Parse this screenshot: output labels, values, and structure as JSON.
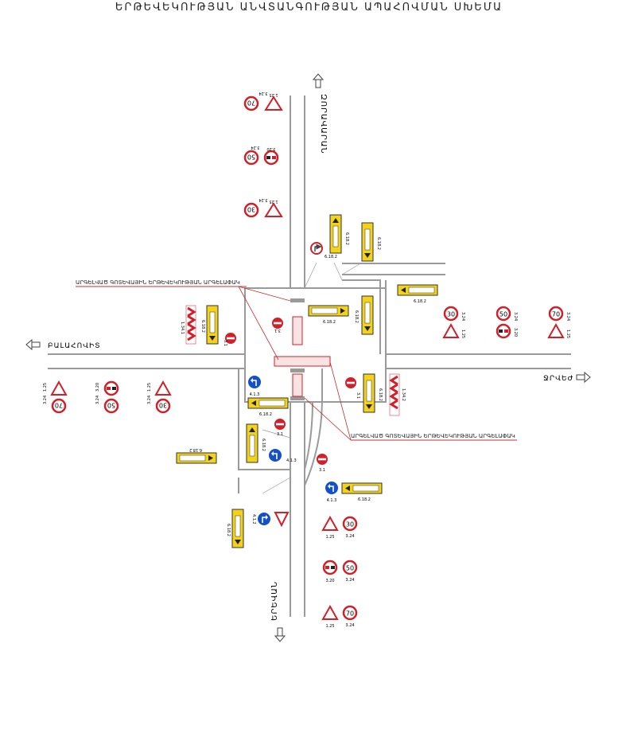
{
  "title": "ԵՐԹԵՎԵԿՈՒԹՅԱՆ ԱՆՎՏԱՆԳՈՒԹՅԱՆ ԱՊԱՀՈՎՄԱՆ ՍԽԵՄԱ",
  "directions": {
    "north": "ԶՈՐԱՎԱՐԱՆ",
    "south": "ԵՐԵՎԱՆ",
    "west": "ԲԱԼԱՀՈՎԻՏ",
    "east": "ՋՐՎԵԺ"
  },
  "callouts": {
    "upper": "ԱՐԳԵԼՎԱԾ ԳՈՏԵՎԱՅԻՆ ԵՐԹԵՎԵԿՈՒԹՅԱՆ ԱՐԳԵԼԱՓԱԿ",
    "lower": "ԱՐԳԵԼՎԱԾ ԳՈՏԵՎԱՅԻՆ ԵՐԹԵՎԵԿՈՒԹՅԱՆ ԱՐԳԵԼԱՓԱԿ"
  },
  "sign_codes": {
    "road_works": "1.25",
    "speed_limit": "3.24",
    "no_overtaking": "3.20",
    "no_entry": "3.1",
    "turn_right": "4.1.2",
    "turn_left": "4.1.3",
    "chevron": "1.34.1",
    "chevron_alt": "1.34.2",
    "detour": "6.18.2"
  },
  "speeds": {
    "s30": "30",
    "s50": "50",
    "s70": "70"
  },
  "colors": {
    "road": "#9a9a9a",
    "sign_red": "#d0202a",
    "sign_blue": "#1450c8",
    "sign_yellow": "#f2d21a",
    "callout": "#c03030"
  }
}
